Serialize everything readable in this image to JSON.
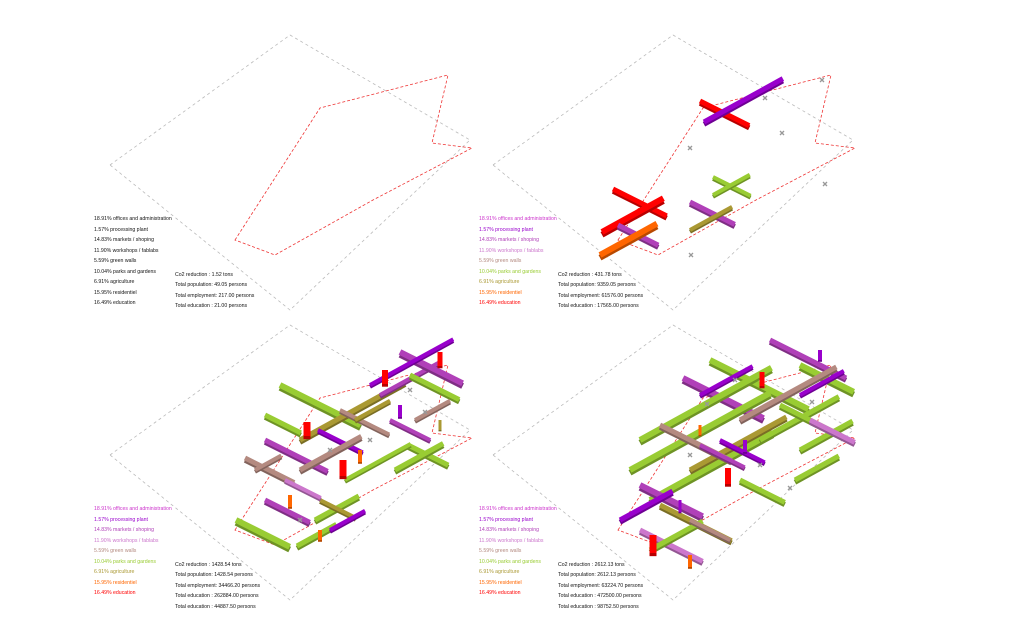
{
  "colors": {
    "offices": "#cc33cc",
    "processing": "#9900cc",
    "markets": "#b040b8",
    "workshops": "#cc77cc",
    "green_walls": "#b48a80",
    "parks": "#99cc33",
    "agriculture": "#aa9933",
    "residential": "#ff6600",
    "education": "#ff0000",
    "outline_site": "#ee3333",
    "outline_frame": "#bbbbbb",
    "marker": "#999999"
  },
  "panels": [
    {
      "id": "phase-1",
      "legend_colored": false,
      "legend": [
        "18.91% offices and administration",
        "1.57% processing plant",
        "14.83% markets / shoping",
        "11.90% workshops / fablabs",
        "5.59% green walls",
        "10.04% parks and gardens",
        "6.91% agriculture",
        "15.95% residentiel",
        "16.49% education"
      ],
      "stats": [
        "Co2 reduction : 1.52 tons",
        "Total population: 49.05 persons",
        "Total employment: 217.00 persons",
        "Total education : 21.00 persons"
      ]
    },
    {
      "id": "phase-2",
      "legend_colored": true,
      "legend": [
        "18.91% offices and administration",
        "1.57% processing plant",
        "14.83% markets / shoping",
        "11.90% workshops / fablabs",
        "5.59% green walls",
        "10.04% parks and gardens",
        "6.91% agriculture",
        "15.95% residentiel",
        "16.49% education"
      ],
      "stats": [
        "Co2 reduction : 431.78 tons",
        "Total population: 9359.05 persons",
        "Total employment: 61576.00 persons",
        "Total education : 17565.00 persons"
      ]
    },
    {
      "id": "phase-3",
      "legend_colored": true,
      "legend": [
        "18.91% offices and administration",
        "1.57% processing plant",
        "14.83% markets / shoping",
        "11.90% workshops / fablabs",
        "5.59% green walls",
        "10.04% parks and gardens",
        "6.91% agriculture",
        "15.95% residentiel",
        "16.49% education"
      ],
      "stats": [
        "Co2 reduction : 1428.54 tons",
        "Total population: 1428.54 persons",
        "Total employment: 34466.20 persons",
        "Total education : 262884.00 persons",
        "Total education : 44887.50 persons"
      ]
    },
    {
      "id": "phase-4",
      "legend_colored": true,
      "legend": [
        "18.91% offices and administration",
        "1.57% processing plant",
        "14.83% markets / shoping",
        "11.90% workshops / fablabs",
        "5.59% green walls",
        "10.04% parks and gardens",
        "6.91% agriculture",
        "15.95% residentiel",
        "16.49% education"
      ],
      "stats": [
        "Co2 reduction : 2612.13 tons",
        "Total population: 2612.13 persons",
        "Total employment: 63224.70 persons",
        "Total education : 472500.00 persons",
        "Total education : 98752.50 persons"
      ]
    }
  ]
}
